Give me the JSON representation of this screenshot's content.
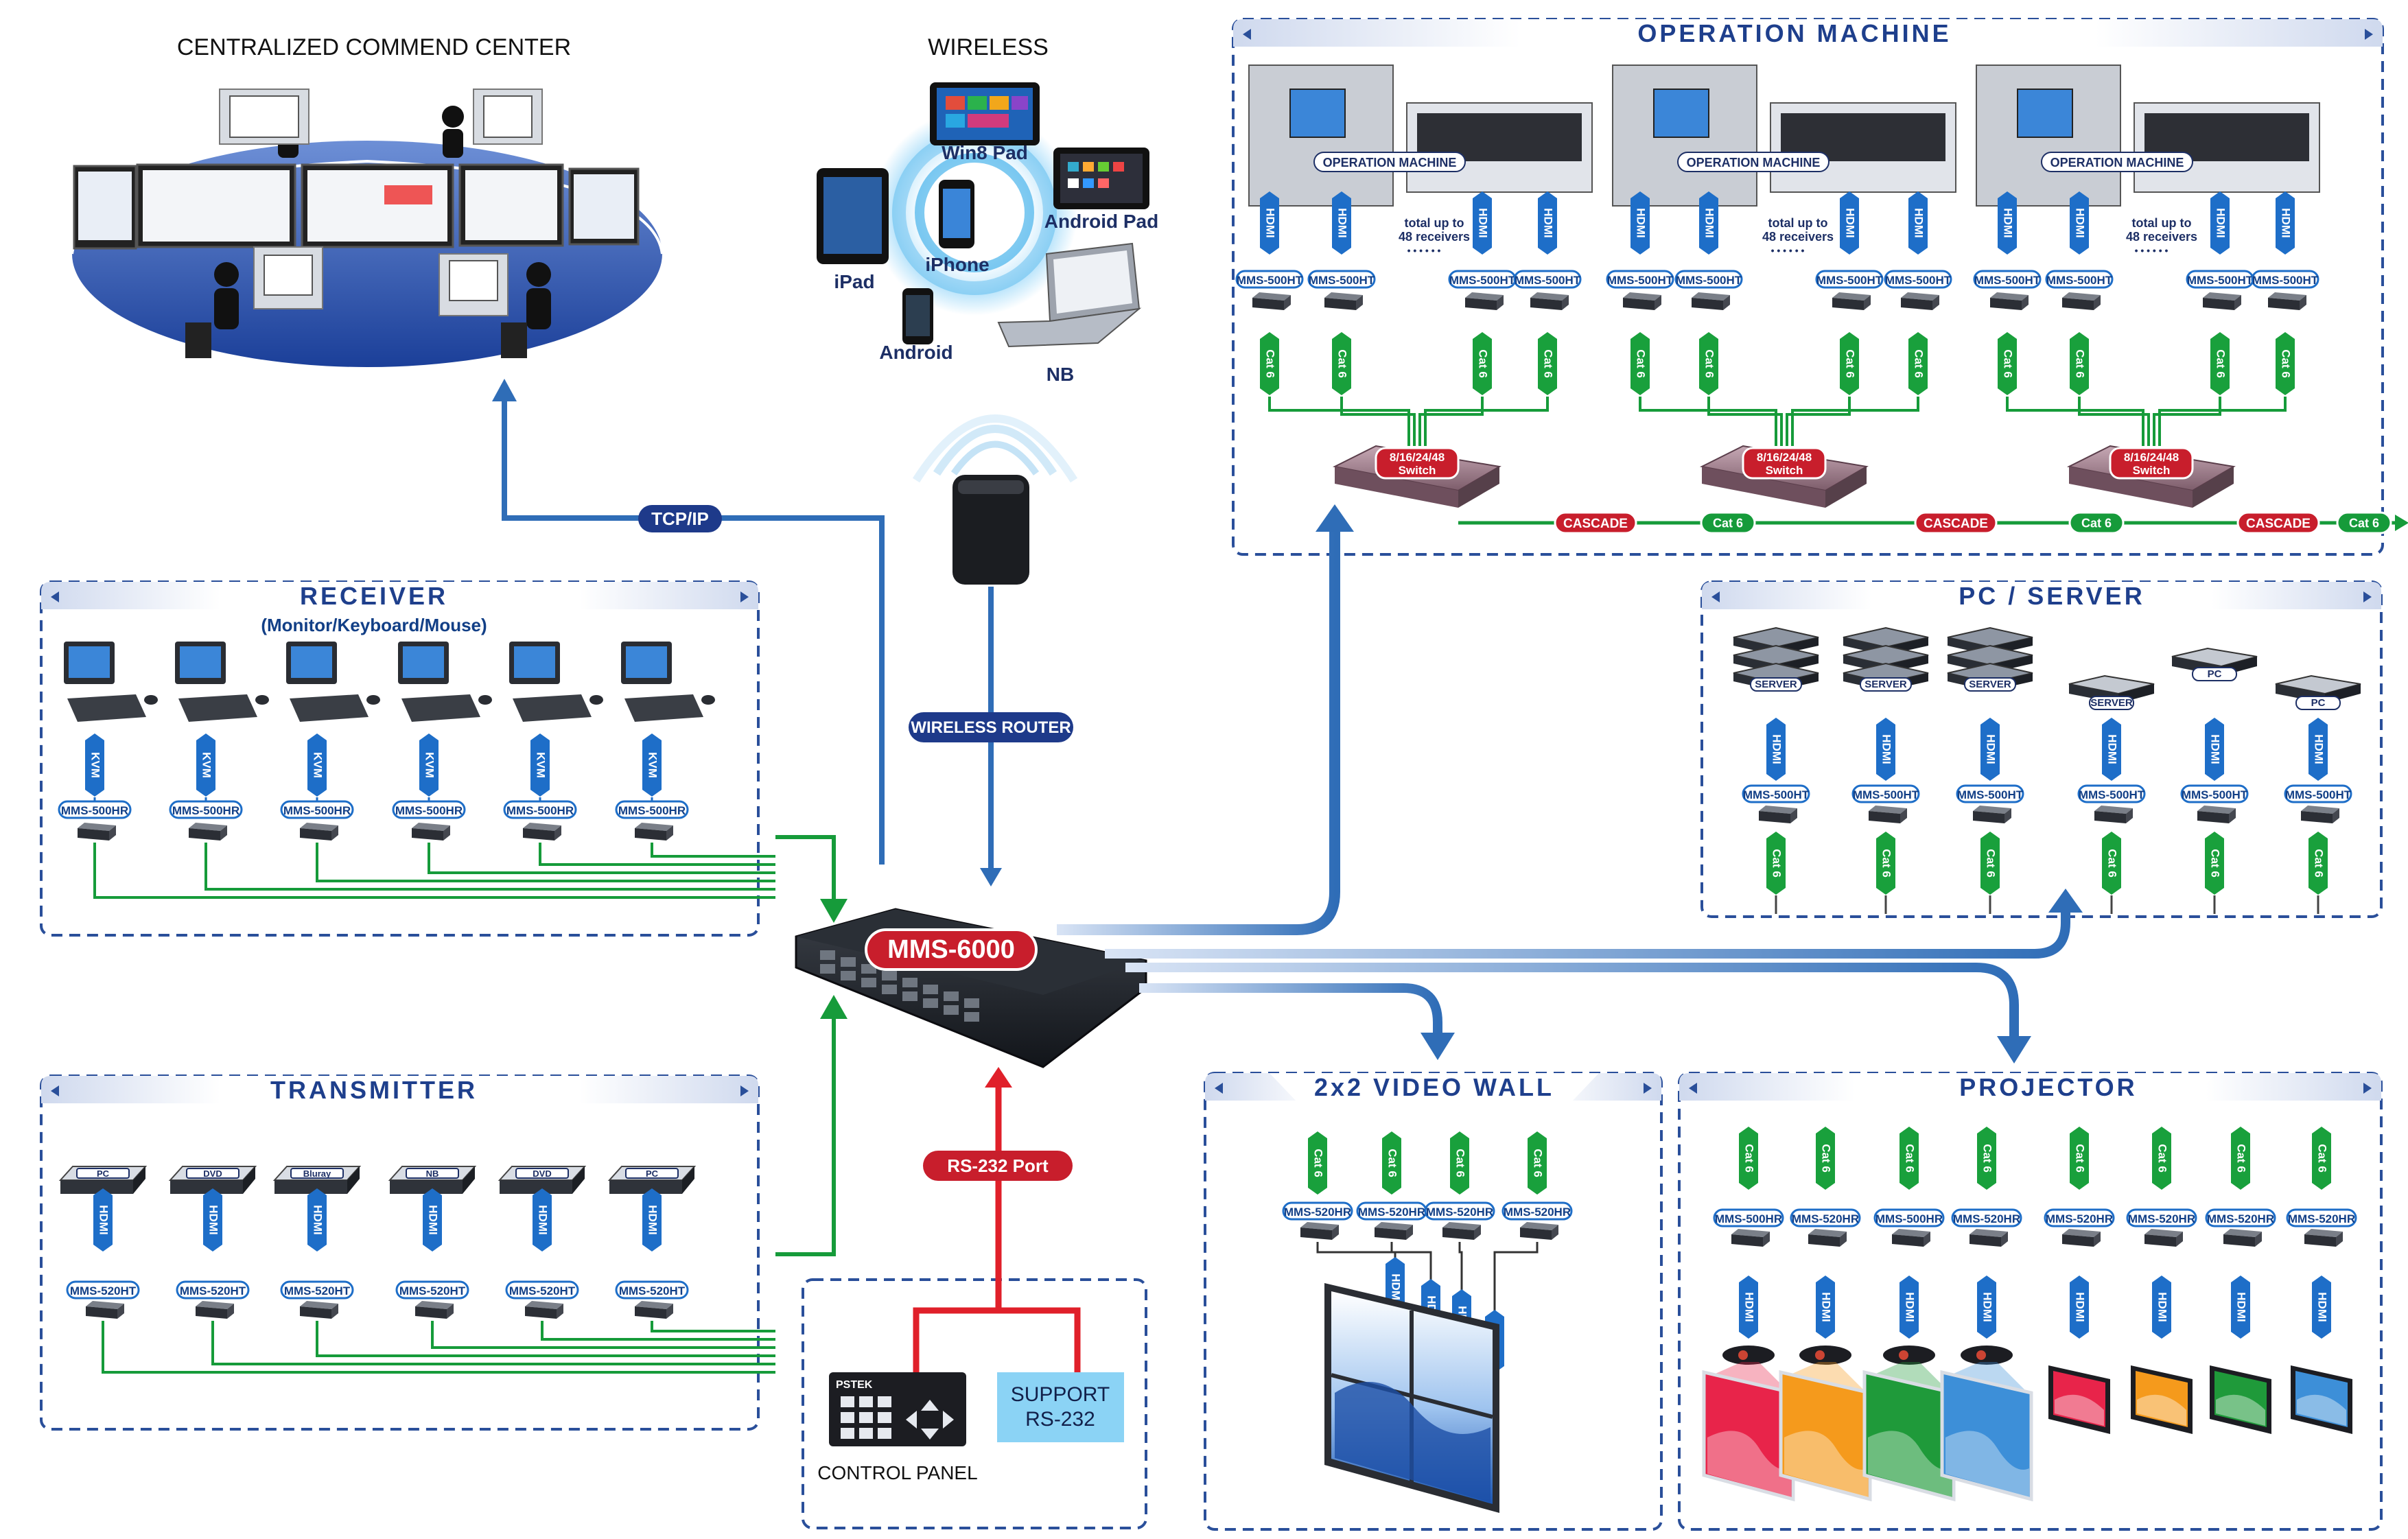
{
  "top": {
    "command_center_title": "CENTRALIZED COMMEND CENTER",
    "wireless_title": "WIRELESS",
    "wireless_devices": [
      "Win8 Pad",
      "Android Pad",
      "iPad",
      "iPhone",
      "Android",
      "NB"
    ]
  },
  "labels": {
    "tcp_ip": "TCP/IP",
    "wireless_router": "WIRELESS ROUTER",
    "rs232_port": "RS-232 Port",
    "hub": "MMS-6000",
    "control_panel": "CONTROL PANEL",
    "support_line1": "SUPPORT",
    "support_line2": "RS-232",
    "keypad_brand": "PSTEK"
  },
  "operation": {
    "title": "OPERATION MACHINE",
    "machine_label": "OPERATION MACHINE",
    "total_line1": "total up to",
    "total_line2": "48 receivers",
    "hdmi": "HDMI",
    "tx_model": "MMS-500HT",
    "cable": "Cat 6",
    "switch_line1": "8/16/24/48",
    "switch_line2": "Switch",
    "cascade": "CASCADE",
    "trunk": "Cat 6"
  },
  "receiver": {
    "title": "RECEIVER",
    "subtitle": "(Monitor/Keyboard/Mouse)",
    "port": "KVM",
    "model": "MMS-500HR",
    "count": 6
  },
  "transmitter": {
    "title": "TRANSMITTER",
    "sources": [
      "PC",
      "DVD",
      "Bluray",
      "NB",
      "DVD",
      "PC"
    ],
    "port": "HDMI",
    "model": "MMS-520HT"
  },
  "pc_server": {
    "title": "PC / SERVER",
    "devices": [
      "SERVER",
      "SERVER",
      "SERVER",
      "SERVER",
      "PC",
      "PC"
    ],
    "port": "HDMI",
    "model": "MMS-500HT",
    "cable": "Cat 6"
  },
  "video_wall": {
    "title": "2x2 VIDEO WALL",
    "cable": "Cat 6",
    "model": "MMS-520HR",
    "port": "HDMI"
  },
  "projector": {
    "title": "PROJECTOR",
    "cable": "Cat 6",
    "models": [
      "MMS-500HR",
      "MMS-520HR",
      "MMS-500HR",
      "MMS-520HR",
      "MMS-520HR",
      "MMS-520HR",
      "MMS-520HR",
      "MMS-520HR"
    ],
    "port": "HDMI",
    "screen_colors": [
      "#e8244a",
      "#f59a1c",
      "#1f9a3a",
      "#3d8fd8",
      "#e8244a",
      "#f59a1c",
      "#1f9a3a",
      "#3d8fd8"
    ]
  },
  "colors": {
    "blue_line": "#2f6db7",
    "green_line": "#169b3a",
    "red_line": "#e0202a",
    "navy_pill": "#1e3a8a",
    "red_pill": "#c81e2c",
    "dash_border": "#2a4f9a",
    "chip_blue": "#1e6ec8",
    "chip_green": "#19a03c"
  }
}
